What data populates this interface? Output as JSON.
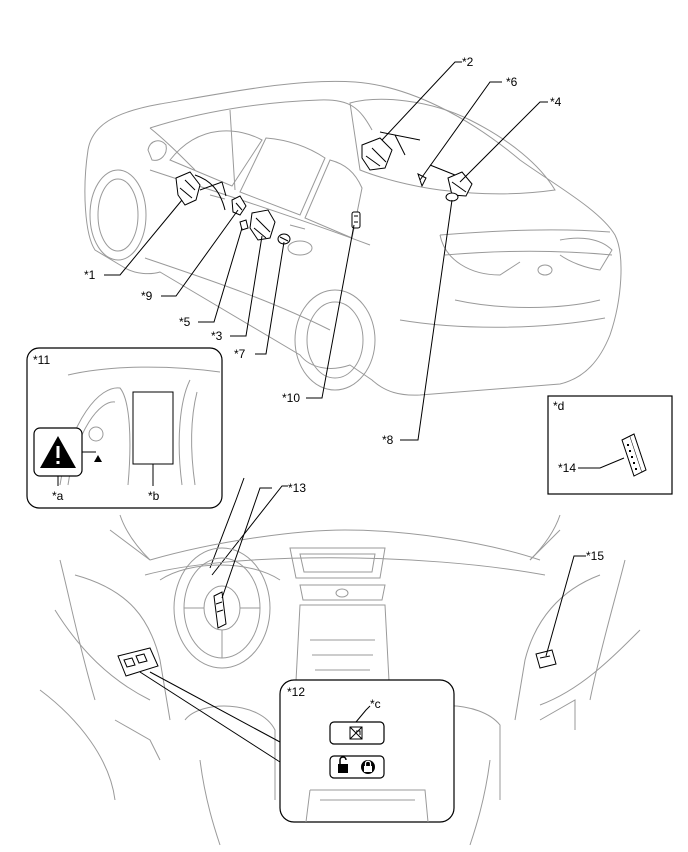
{
  "callouts": {
    "c1": "*1",
    "c2": "*2",
    "c3": "*3",
    "c4": "*4",
    "c5": "*5",
    "c6": "*6",
    "c7": "*7",
    "c8": "*8",
    "c9": "*9",
    "c10": "*10",
    "c11": "*11",
    "c12": "*12",
    "c13": "*13",
    "c14": "*14",
    "c15": "*15",
    "ca": "*a",
    "cb": "*b",
    "cc": "*c",
    "cd": "*d"
  },
  "colors": {
    "line": "#000000",
    "ghost": "#9a9a9a",
    "bg": "#ffffff"
  },
  "icons": [
    "warning-triangle-icon",
    "window-lock-icon",
    "door-unlock-icon",
    "door-lock-icon"
  ]
}
